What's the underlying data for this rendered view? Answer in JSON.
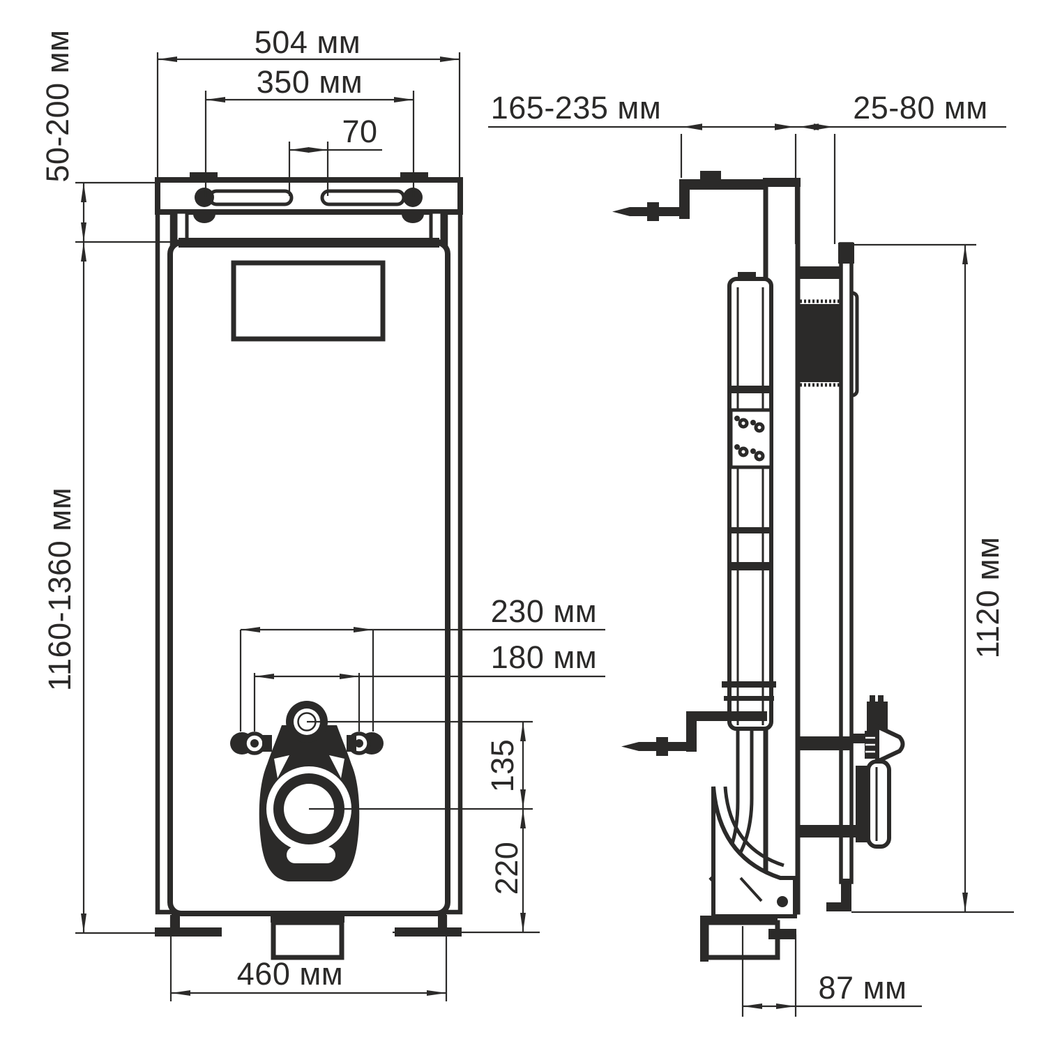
{
  "page": {
    "background": "#ffffff"
  },
  "drawing": {
    "type": "technical-drawing",
    "subject": "concealed WC installation frame, front and side views",
    "line_color": "#2b2a29",
    "views": [
      {
        "id": "front",
        "label": "front-view"
      },
      {
        "id": "side",
        "label": "side-view"
      }
    ],
    "dimensions": {
      "frame_width": "504 мм",
      "hanger_spacing": "350 мм",
      "slot_gap": "70",
      "top_adjust_range": "50-200 мм",
      "install_height_range": "1160-1360 мм",
      "fixing_width_outer": "230 мм",
      "fixing_width_inner": "180 мм",
      "inlet_to_outlet": "135",
      "outlet_height": "220",
      "base_width": "460 мм",
      "frame_depth_range": "165-235 мм",
      "finish_gap_range": "25-80 мм",
      "side_height": "1120 мм",
      "outlet_offset": "87 мм"
    }
  }
}
